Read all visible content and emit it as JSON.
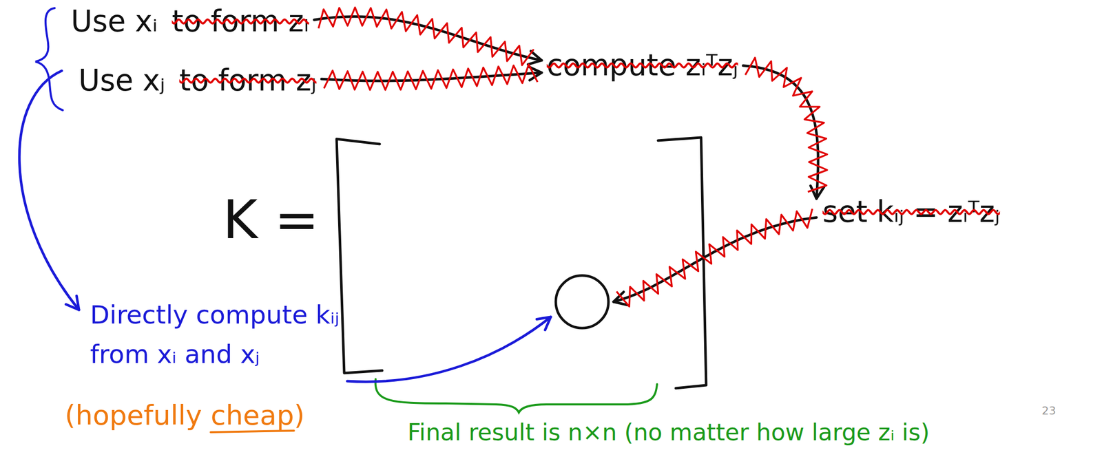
{
  "diagram": {
    "labels": [
      "Use xᵢ",
      "to form zᵢ",
      "Use xⱼ",
      "to form zⱼ",
      "compute zᵢᵀzⱼ",
      "set kᵢⱼ = zᵢᵀzⱼ",
      "K =",
      "Directly compute kᵢⱼ from xᵢ and xⱼ",
      "(hopefully cheap)",
      "Final result is n×n (no matter how large zᵢ is)",
      "23"
    ]
  }
}
